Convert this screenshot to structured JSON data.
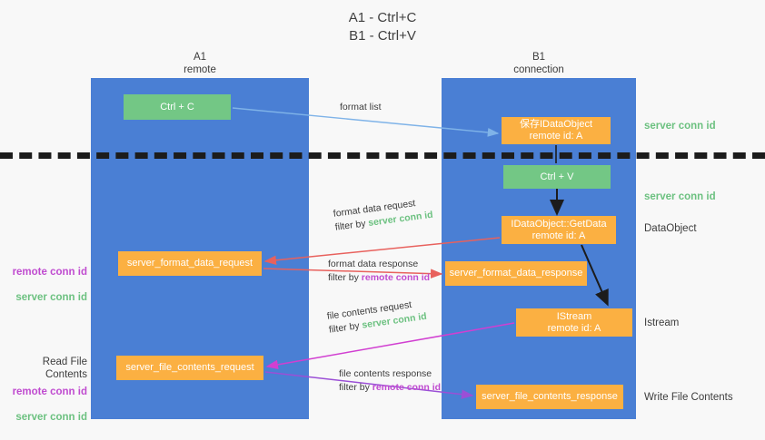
{
  "title": "A1 - Ctrl+C\nB1 - Ctrl+V",
  "lanes": {
    "a": {
      "title": "A1\nremote"
    },
    "b": {
      "title": "B1\nconnection"
    }
  },
  "nodes": {
    "ctrl_c": "Ctrl + C",
    "save_idataobject": "保存IDataObject\nremote id: A",
    "ctrl_v": "Ctrl + V",
    "getdata": "IDataObject::GetData\nremote id: A",
    "server_format_data_request": "server_format_data_request",
    "server_format_data_response": "server_format_data_response",
    "istream": "IStream\nremote id: A",
    "server_file_contents_request": "server_file_contents_request",
    "server_file_contents_response": "server_file_contents_response"
  },
  "edge_labels": {
    "format_list": "format list",
    "format_data_request": "format data request",
    "format_data_request_filter_prefix": "filter by ",
    "format_data_request_filter_value": "server conn id",
    "format_data_response": "format data response",
    "format_data_response_filter_prefix": "filter by ",
    "format_data_response_filter_value": "remote conn id",
    "file_contents_request": "file contents request",
    "file_contents_request_filter_prefix": "filter by ",
    "file_contents_request_filter_value": "server conn id",
    "file_contents_response": "file contents response",
    "file_contents_response_filter_prefix": "filter by ",
    "file_contents_response_filter_value": "remote conn id"
  },
  "right_labels": {
    "server_conn_id_top": "server conn id",
    "server_conn_id_mid": "server conn id",
    "dataobject": "DataObject",
    "istream": "Istream",
    "write_file_contents": "Write File Contents"
  },
  "left_labels": {
    "remote_conn_id_1": "remote conn id",
    "server_conn_id_1": "server conn id",
    "read_file_contents": "Read File Contents",
    "remote_conn_id_2": "remote conn id",
    "server_conn_id_2": "server conn id"
  },
  "colors": {
    "lane": "#4a7fd4",
    "green_node": "#73c785",
    "orange_node": "#fbb042",
    "green_text": "#6cc180",
    "purple_text": "#c04cd0",
    "edge_blue": "#7fb3e8",
    "edge_red": "#e8615d",
    "edge_magenta": "#d13fd1",
    "edge_purple": "#9b4fd6",
    "edge_dark": "#1c1c1c",
    "background": "#f8f8f8"
  }
}
